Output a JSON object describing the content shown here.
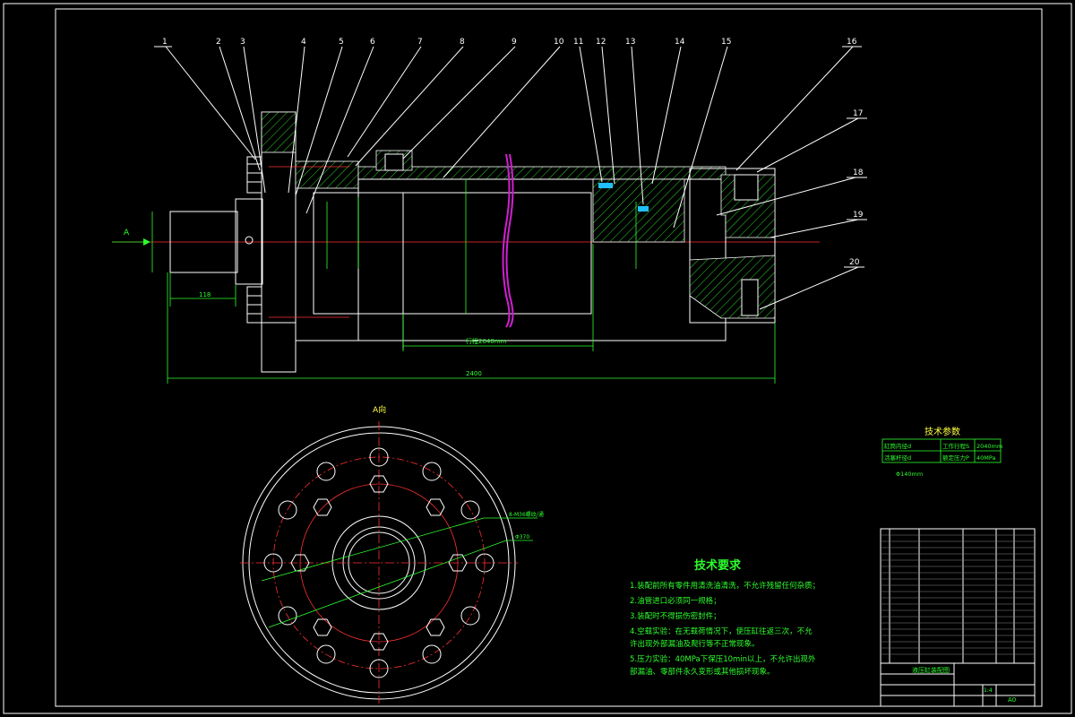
{
  "drawing": {
    "part_numbers": [
      "1",
      "2",
      "3",
      "4",
      "5",
      "6",
      "7",
      "8",
      "9",
      "10",
      "11",
      "12",
      "13",
      "14",
      "15",
      "16",
      "17",
      "18",
      "19",
      "20"
    ],
    "view_label": "A向",
    "arrow_label": "A",
    "dimensions": {
      "length_118": "118",
      "total_length": "2400",
      "stroke_label": "行程2040mm"
    },
    "bolt_circle_labels": [
      "8-M36螺纹/通",
      "Φ370"
    ]
  },
  "tech_params": {
    "title": "技术参数",
    "rows": [
      {
        "k1": "缸筒内径d",
        "v1": "",
        "k2": "工作行程S",
        "v2": "2040mm"
      },
      {
        "k1": "活塞杆径d",
        "v1": "",
        "k2": "额定压力P",
        "v2": "40MPa"
      }
    ],
    "note": "Φ140mm"
  },
  "tech_requirements": {
    "title": "技术要求",
    "lines": [
      "1.装配前所有零件用清洗油清洗，不允许残留任何杂质；",
      "2.油管进口必须同一规格；",
      "3.装配时不得损伤密封件；",
      "4.空载实验：在无载荷情况下，使压缸往返三次，不允",
      "许出现外部漏油及爬行等不正常现象。",
      "5.压力实验：40MPa下保压10min以上，不允许出现外",
      "部漏油、零部件永久变形或其他损坏现象。"
    ]
  },
  "title_block": {
    "name": "液压缸装配图",
    "scale": "1:4",
    "sheet": "A0"
  }
}
